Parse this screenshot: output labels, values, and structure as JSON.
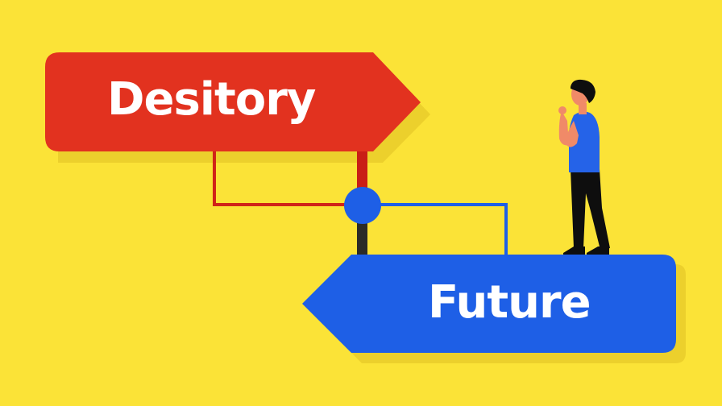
{
  "colors": {
    "background": "#FBE337",
    "shadow": "#E9CC2A",
    "red_sign": "#E2321F",
    "red_post": "#C91E16",
    "blue_sign": "#1E5FE6",
    "blue_node": "#1E5FE6",
    "dark_post": "#2B2B27",
    "skin": "#F08A68",
    "shirt": "#2563E8",
    "pants": "#0E0E0E",
    "hair": "#0E0E0E"
  },
  "signs": {
    "past": {
      "label": "Desitory",
      "direction": "right"
    },
    "future": {
      "label": "Future",
      "direction": "left"
    }
  },
  "figure": {
    "description": "person-thinking"
  }
}
